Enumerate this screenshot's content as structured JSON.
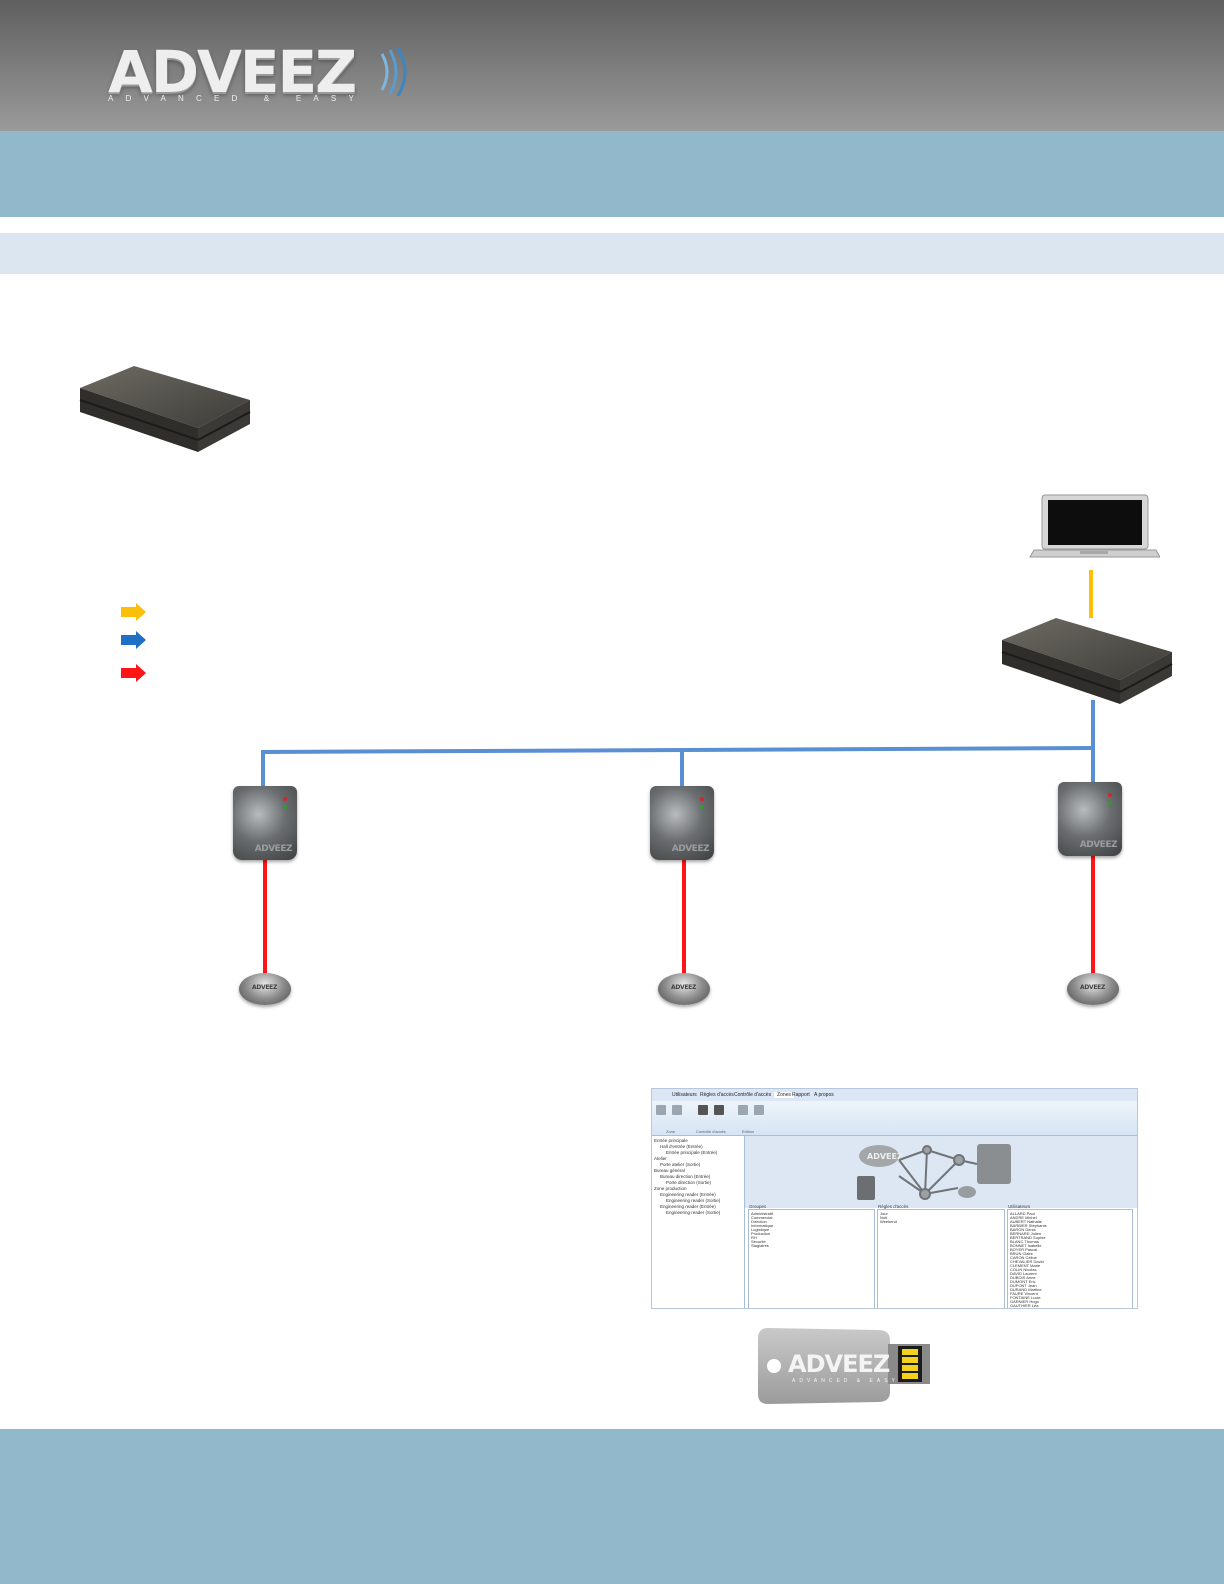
{
  "header": {
    "logo_wordmark": "ADVEEZ",
    "logo_tagline": "ADVANCED & EASY"
  },
  "legend": {
    "arrows": [
      {
        "color": "#fbbf0a"
      },
      {
        "color": "#1f6fc4"
      },
      {
        "color": "#ff1515"
      }
    ]
  },
  "diagram": {
    "connections": [
      {
        "from": "laptop",
        "to": "central-reader",
        "color": "#fbbf0a"
      },
      {
        "from": "central-reader",
        "to": "door-controller-1",
        "color": "#5b8fd4"
      },
      {
        "from": "central-reader",
        "to": "door-controller-2",
        "color": "#5b8fd4"
      },
      {
        "from": "central-reader",
        "to": "door-controller-3",
        "color": "#5b8fd4"
      },
      {
        "from": "door-controller-1",
        "to": "tag-1",
        "color": "#ff1515"
      },
      {
        "from": "door-controller-2",
        "to": "tag-2",
        "color": "#ff1515"
      },
      {
        "from": "door-controller-3",
        "to": "tag-3",
        "color": "#ff1515"
      }
    ],
    "reader_brand": "ADVEEZ",
    "tag_brand": "ADVEEZ"
  },
  "software": {
    "menu": [
      "Utilisateurs",
      "Règles d'accès",
      "Contrôle d'accès",
      "Zones",
      "Rapport",
      "A propos"
    ],
    "ribbon_groups": [
      "Zone",
      "Contrôle d'accès",
      "Edition"
    ],
    "tree": [
      "Entrée principale",
      "Hall d'entrée (Entrée)",
      "Entrée principale (Entrée)",
      "Atelier",
      "Porte atelier (Sortie)",
      "Bureau général",
      "Bureau direction (Entrée)",
      "Porte direction (Sortie)",
      "Zone production",
      "Engineering reader (Entrée)",
      "Engineering reader (Sortie)",
      "Engineering reader (Entrée)",
      "Engineering reader (Sortie)"
    ],
    "canvas_logo": "ADVEEZ",
    "panels": [
      {
        "head": "Groupes",
        "lines": [
          "Administratif",
          "Commercial",
          "Direction",
          "Informatique",
          "Logistique",
          "Production",
          "RH",
          "Sécurité",
          "Stagiaires"
        ]
      },
      {
        "head": "Règles d'accès",
        "lines": [
          "Jour",
          "Nuit",
          "Weekend"
        ]
      },
      {
        "head": "Utilisateurs",
        "lines": [
          "ALLARD Paul",
          "ANDRE Michel",
          "AUBERT Nathalie",
          "BARBIER Stéphanie",
          "BARON Denis",
          "BERNARD Julien",
          "BERTRAND Sophie",
          "BLANC Thomas",
          "BONNET Isabelle",
          "BOYER Pascal",
          "BRUN Claire",
          "CARON Céline",
          "CHEVALIER David",
          "CLEMENT Marie",
          "COLIN Nicolas",
          "DAVID Laurent",
          "DUBOIS Anne",
          "DUMONT Eric",
          "DUPONT Jean",
          "DURAND Martine",
          "FAURE Vincent",
          "FONTAINE Lucie",
          "GARNIER Hugo",
          "GAUTHIER Léa"
        ]
      }
    ]
  },
  "usb_key": {
    "logo_wordmark": "ADVEEZ",
    "logo_tagline": "ADVANCED & EASY"
  }
}
